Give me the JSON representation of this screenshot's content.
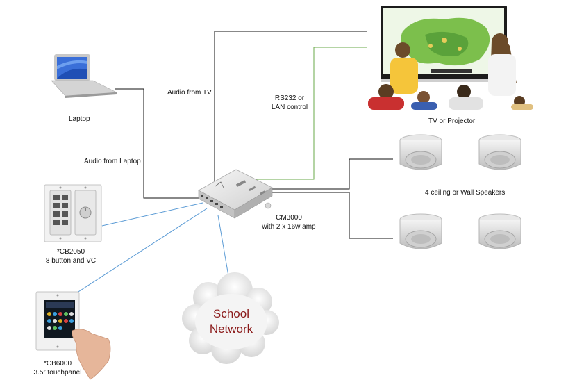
{
  "labels": {
    "audio_from_tv": "Audio from TV",
    "laptop": "Laptop",
    "audio_from_laptop": "Audio from Laptop",
    "rs232_line1": "RS232 or",
    "rs232_line2": "LAN control",
    "tv_projector": "TV or Projector",
    "speakers": "4 ceiling or Wall Speakers",
    "cm3000_line1": "CM3000",
    "cm3000_line2": "with 2 x 16w amp",
    "cb2050_line1": "*CB2050",
    "cb2050_line2": "8 button and VC",
    "cb6000_line1": "*CB6000",
    "cb6000_line2": "3.5” touchpanel",
    "network_line1": "School",
    "network_line2": "Network"
  },
  "colors": {
    "audio_wire": "#111111",
    "control_wire": "#6aaa4a",
    "network_wire": "#5b9bd5",
    "network_text": "#8b1a1a"
  },
  "icons": [
    "laptop-icon",
    "smartboard-icon",
    "controller-icon",
    "ceiling-speaker-icon",
    "wall-panel-icon",
    "touchpanel-icon",
    "cloud-icon"
  ]
}
